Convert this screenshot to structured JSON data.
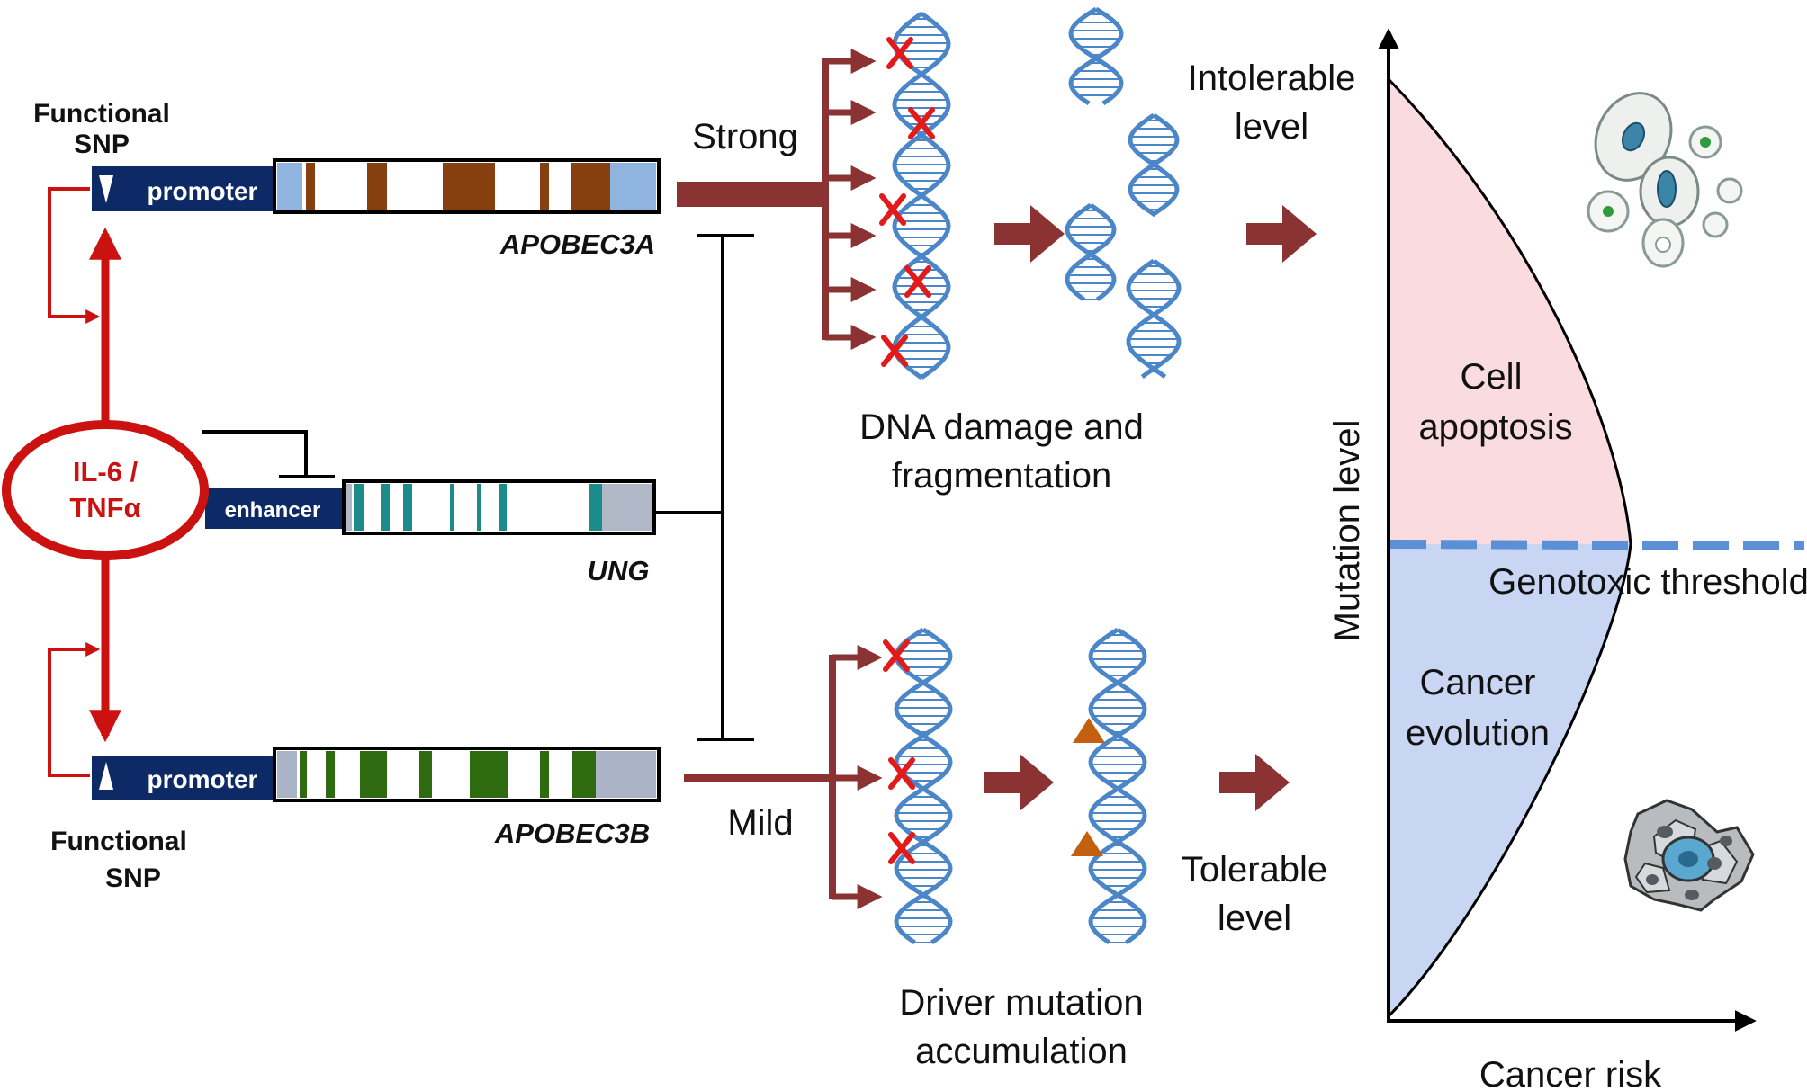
{
  "left": {
    "snp_top": [
      "Functional",
      "SNP"
    ],
    "snp_bottom": [
      "Functional",
      "SNP"
    ],
    "cytokine": [
      "IL-6 /",
      "TNFα"
    ],
    "promoter_top": "promoter",
    "promoter_bottom": "promoter",
    "enhancer": "enhancer",
    "gene_a3a": "APOBEC3A",
    "gene_ung": "UNG",
    "gene_a3b": "APOBEC3B"
  },
  "middle": {
    "strong": "Strong",
    "mild": "Mild",
    "damage": [
      "DNA damage and",
      "fragmentation"
    ],
    "driver": [
      "Driver mutation",
      "accumulation"
    ],
    "intolerable": [
      "Intolerable",
      "level"
    ],
    "tolerable": [
      "Tolerable",
      "level"
    ]
  },
  "graph": {
    "y_axis": "Mutation level",
    "x_axis": "Cancer risk",
    "top_region": [
      "Cell",
      "apoptosis"
    ],
    "bottom_region": [
      "Cancer",
      "evolution"
    ],
    "threshold": "Genotoxic threshold"
  },
  "colors": {
    "red": "#cc1111",
    "dark_red_arrow": "#8b3232",
    "navy": "#0d2a66",
    "brown": "#86400f",
    "teal": "#1a8c8c",
    "green": "#2d6a10",
    "dna_blue": "#4a86c8",
    "apoptosis_fill": "#f9dbe0",
    "cancer_fill": "#c8d6f3",
    "threshold_blue": "#5b8fd6"
  }
}
